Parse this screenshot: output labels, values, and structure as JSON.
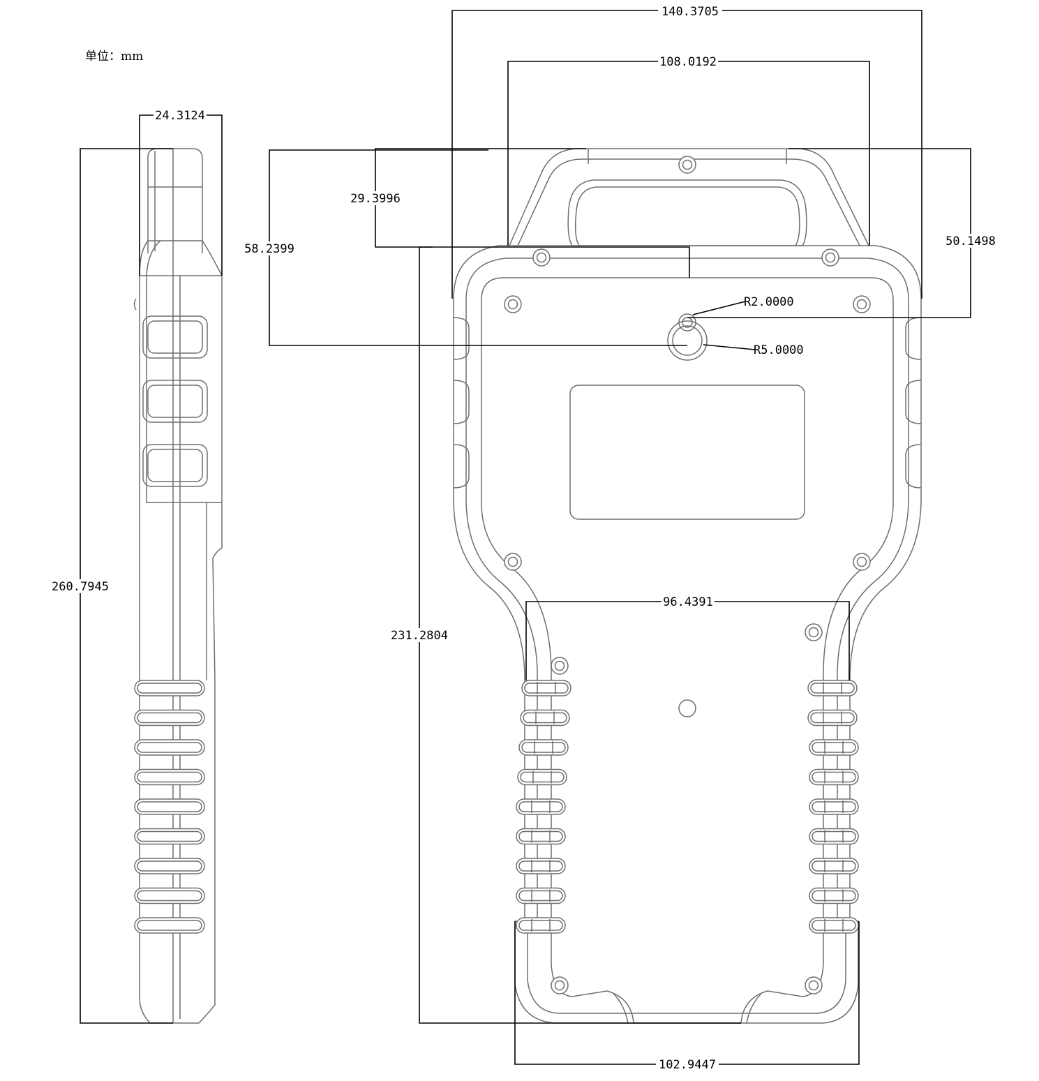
{
  "unit_label": "单位：mm",
  "dimensions": {
    "side_width": "24.3124",
    "side_height": "260.7945",
    "overall_width": "140.3705",
    "handle_width": "108.0192",
    "handle_depth": "29.3996",
    "hole_offset": "58.2399",
    "handle_to_hole": "50.1498",
    "body_height": "231.2804",
    "grip_width": "96.4391",
    "bottom_width": "102.9447",
    "radius_small": "R2.0000",
    "radius_large": "R5.0000"
  }
}
